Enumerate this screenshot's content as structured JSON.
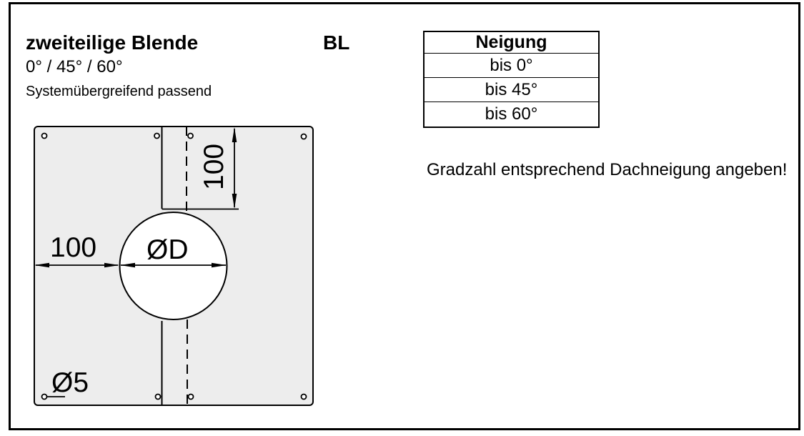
{
  "header": {
    "title": "zweiteilige Blende",
    "code": "BL",
    "angles": "0° / 45° / 60°",
    "subtitle": "Systemübergreifend passend"
  },
  "table": {
    "header": "Neigung",
    "rows": [
      "bis 0°",
      "bis 45°",
      "bis 60°"
    ]
  },
  "note": "Gradzahl entsprechend Dachneigung angeben!",
  "drawing": {
    "dim_slot_depth": "100",
    "dim_left_margin": "100",
    "dim_diameter": "ØD",
    "dim_screw_hole": "Ø5"
  },
  "colors": {
    "background": "#ffffff",
    "line": "#000000",
    "plate_fill": "#ededed"
  }
}
